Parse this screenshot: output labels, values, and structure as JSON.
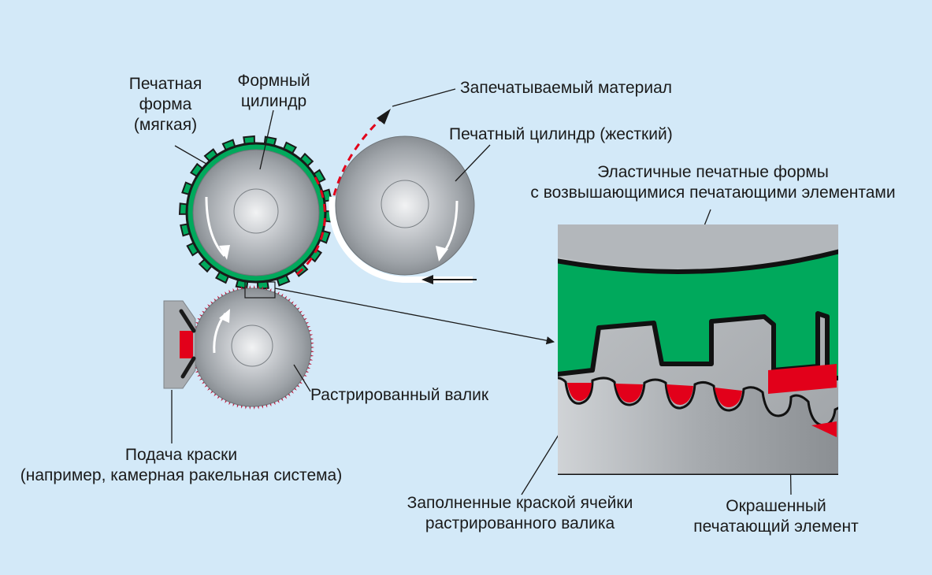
{
  "labels": {
    "plate_soft_1": "Печатная",
    "plate_soft_2": "форма",
    "plate_soft_3": "(мягкая)",
    "plate_cyl_1": "Формный",
    "plate_cyl_2": "цилиндр",
    "substrate": "Запечатываемый материал",
    "impression_cyl": "Печатный цилиндр (жесткий)",
    "elastic_1": "Эластичные печатные формы",
    "elastic_2": "с возвышающимися печатающими элементами",
    "anilox": "Растрированный валик",
    "ink_1": "Подача краски",
    "ink_2": "(например, камерная ракельная система)",
    "cells_1": "Заполненные краской ячейки",
    "cells_2": "растрированного валика",
    "inked_1": "Окрашенный",
    "inked_2": "печатающий элемент"
  },
  "colors": {
    "background": "#d3e9f8",
    "plate": "#00a95c",
    "ink": "#e2001a",
    "cylinder_steel": "#b8bcc0"
  }
}
